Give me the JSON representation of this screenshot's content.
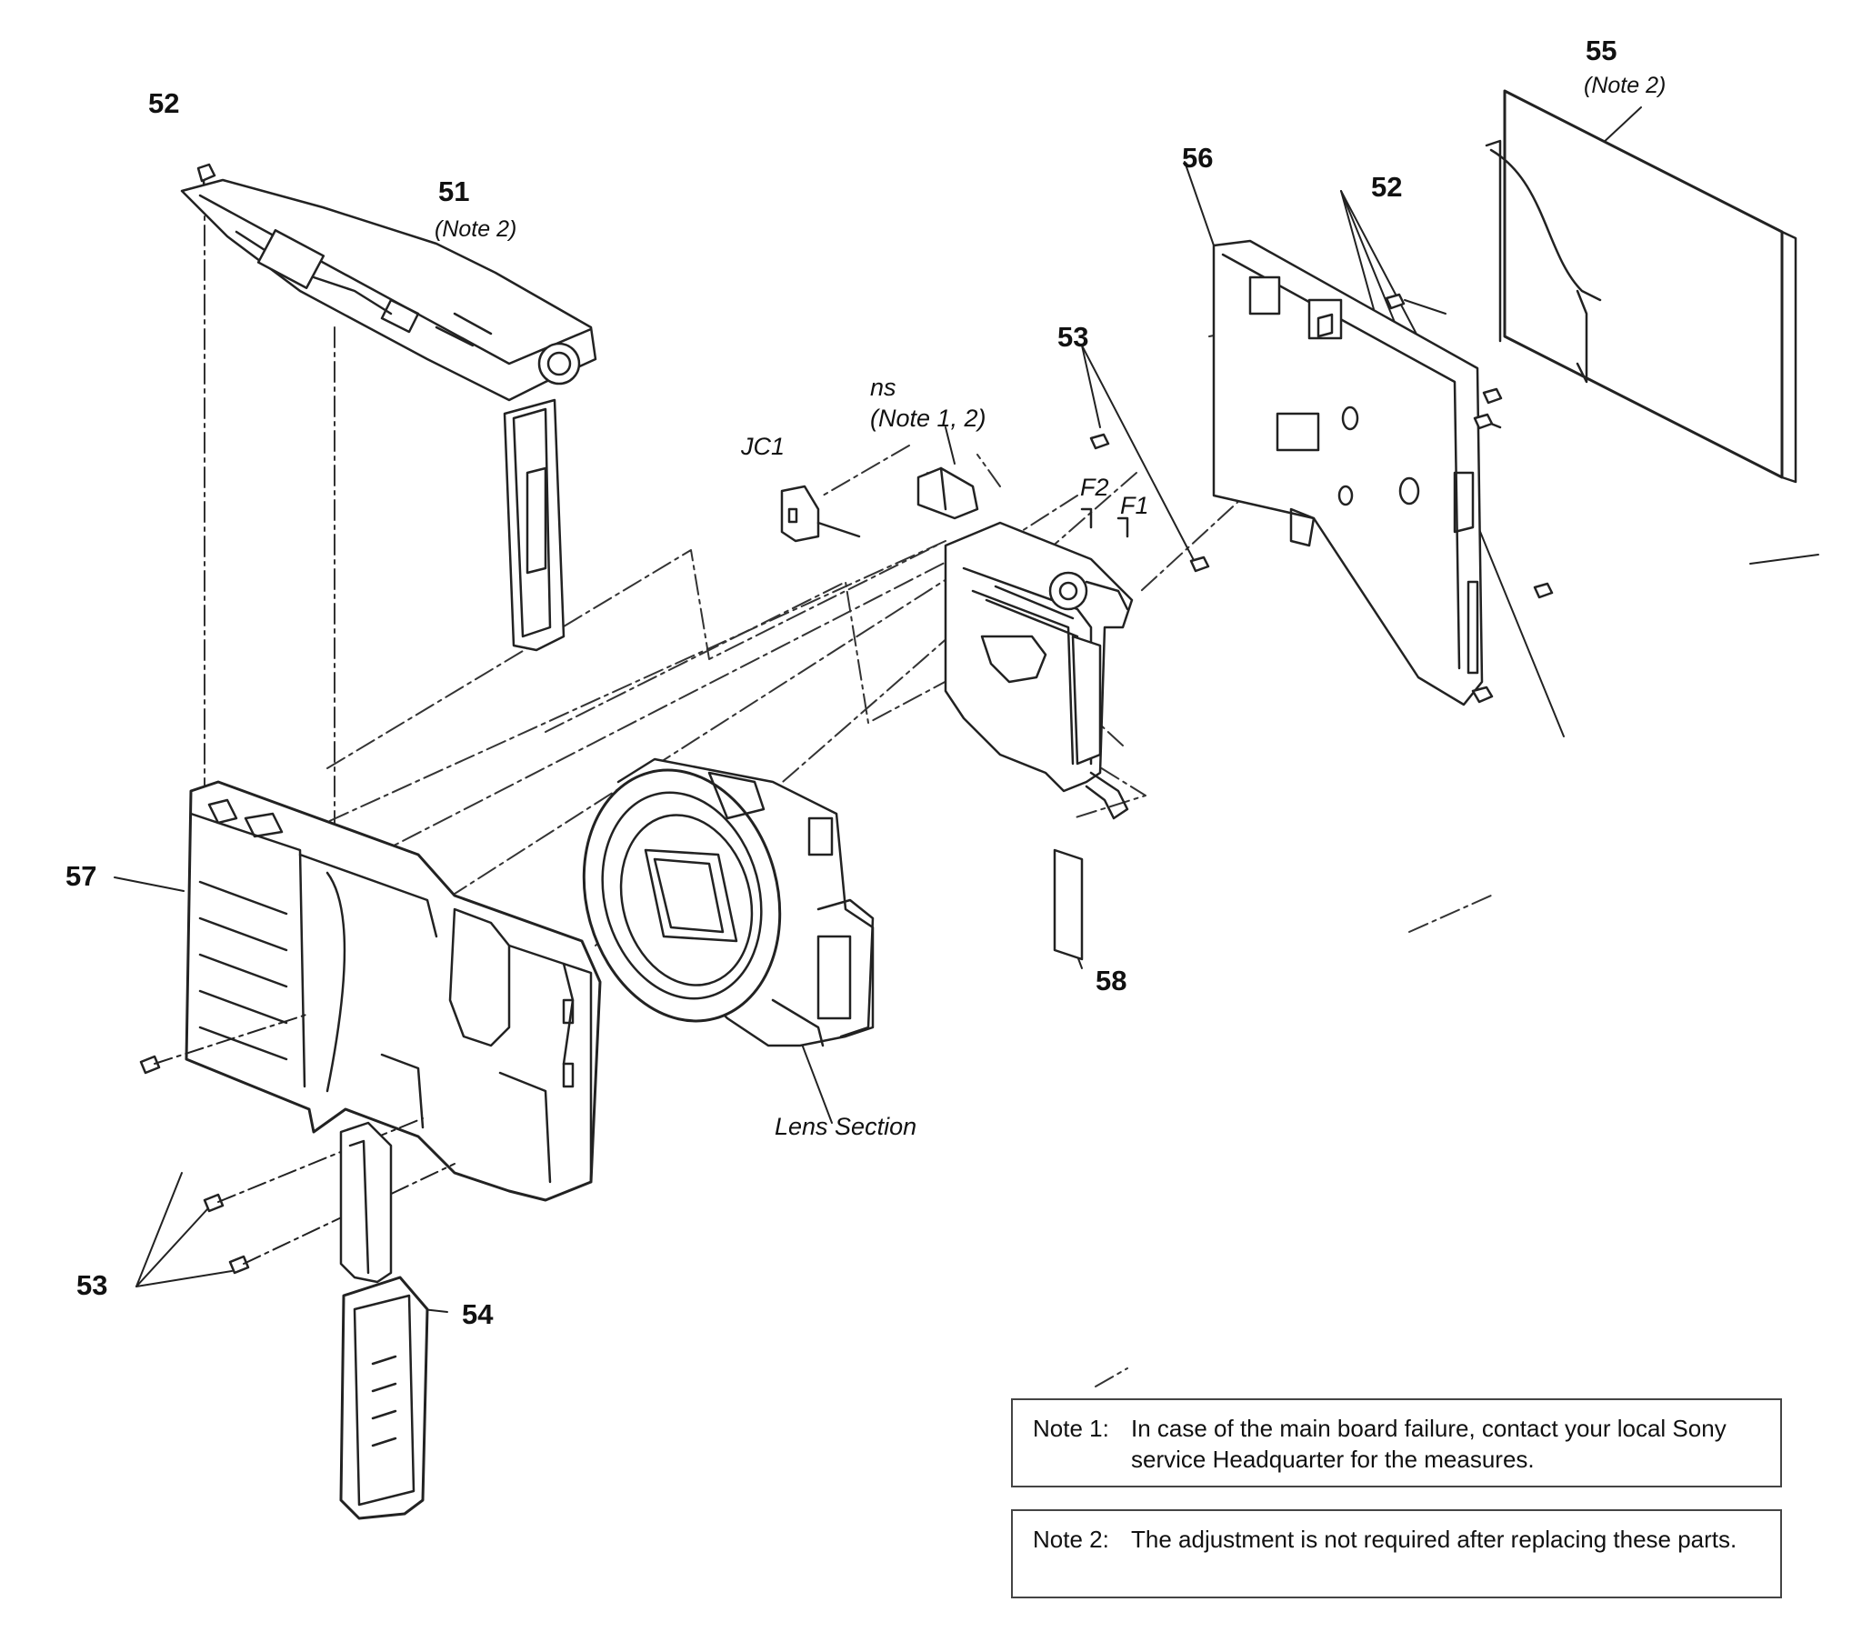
{
  "callouts": {
    "p52_top": "52",
    "p51": "51",
    "p51_note": "(Note 2)",
    "p55": "55",
    "p55_note": "(Note 2)",
    "p56": "56",
    "p52_right": "52",
    "p53_upper": "53",
    "ns": "ns",
    "ns_note": "(Note 1, 2)",
    "jc1": "JC1",
    "f2": "F2",
    "f1": "F1",
    "p57": "57",
    "p58": "58",
    "p53_lower": "53",
    "p54": "54",
    "lens_section": "Lens Section"
  },
  "notes": [
    {
      "label": "Note 1:",
      "text": "In case of the main board failure, contact your local Sony service Headquarter for the measures."
    },
    {
      "label": "Note 2:",
      "text": "The adjustment is not required after replacing these parts."
    }
  ]
}
